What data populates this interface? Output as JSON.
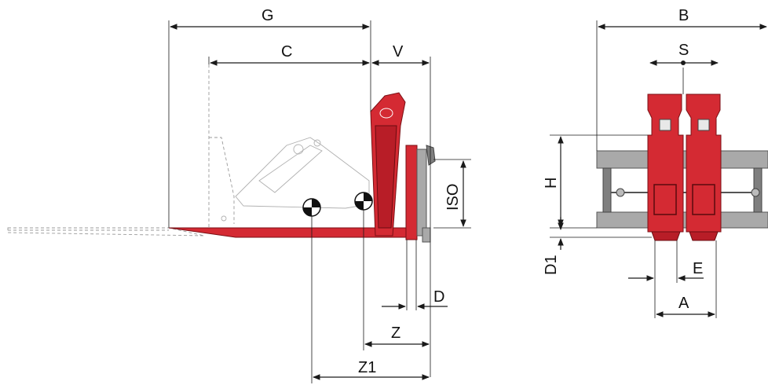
{
  "colors": {
    "attachment_red": "#d42a33",
    "steel_grey": "#a9a9a9",
    "outline_black": "#1a1a1a"
  },
  "dimension_labels": {
    "G": "G",
    "C": "C",
    "V": "V",
    "ISO": "ISO",
    "D": "D",
    "Z": "Z",
    "Z1": "Z1",
    "B": "B",
    "S": "S",
    "H": "H",
    "D1": "D1",
    "E": "E",
    "A": "A"
  },
  "icons": {
    "center_of_gravity": "center-of-gravity-icon",
    "arrow": "arrow-icon"
  }
}
